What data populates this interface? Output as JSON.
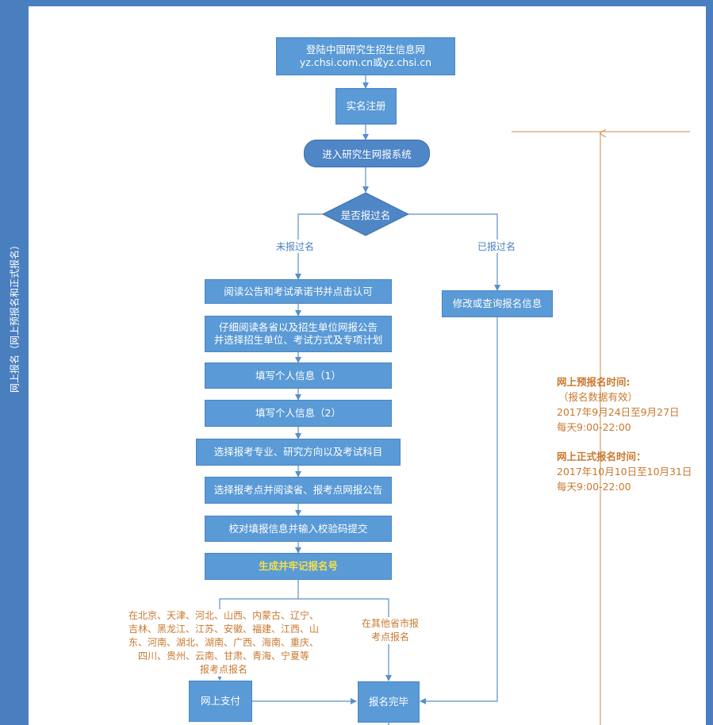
{
  "sidebar": {
    "label": "网上报名（网上预报名和正式报名）"
  },
  "flow": {
    "login": "登陆中国研究生招生信息网\nyz.chsi.com.cn或yz.chsi.cn",
    "register": "实名注册",
    "enter_system": "进入研究生网报系统",
    "decision": "是否报过名",
    "branch_no": "未报过名",
    "branch_yes": "已报过名",
    "modify": "修改或查询报名信息",
    "steps": [
      "阅读公告和考试承诺书并点击认可",
      "仔细阅读各省以及招生单位网报公告\n并选择招生单位、考试方式及专项计划",
      "填写个人信息（1）",
      "填写个人信息（2）",
      "选择报考专业、研究方向以及考试科目",
      "选择报考点并阅读省、报考点网报公告",
      "校对填报信息并输入校验码提交",
      "生成并牢记报名号"
    ],
    "provinces_note": "在北京、天津、河北、山西、内蒙古、辽宁、\n吉林、黑龙江、江苏、安徽、福建、江西、山\n东、河南、湖北、湖南、广西、海南、重庆、\n四川、贵州、云南、甘肃、青海、宁夏等\n报考点报名",
    "other_note": "在其他省市报\n考点报名",
    "pay": "网上支付",
    "done": "报名完毕"
  },
  "timeline": {
    "pre_title": "网上预报名时间:",
    "pre_note": "（报名数据有效）",
    "pre_dates": "2017年9月24日至9月27日",
    "pre_daily": "每天9:00-22:00",
    "formal_title": "网上正式报名时间：",
    "formal_dates": "2017年10月10日至10月31日",
    "formal_daily": "每天9:00-22:00"
  },
  "colors": {
    "box": "#5a9ad6",
    "sidebar": "#4a7fbf",
    "line": "#5a8fc8",
    "accent_orange": "#c9782e",
    "highlight": "#f2e04a"
  }
}
